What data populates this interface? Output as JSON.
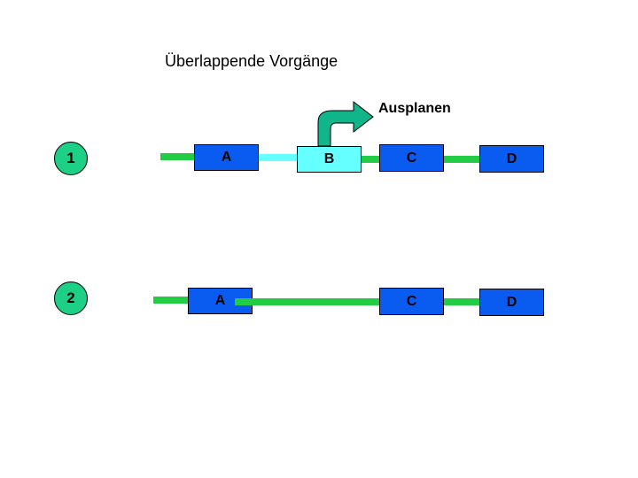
{
  "title": "Überlappende Vorgänge",
  "annotation": "Ausplanen",
  "rows": [
    {
      "number": "1",
      "tasks": {
        "a": "A",
        "b": "B",
        "c": "C",
        "d": "D"
      }
    },
    {
      "number": "2",
      "tasks": {
        "a": "A",
        "c": "C",
        "d": "D"
      }
    }
  ],
  "colors": {
    "task_box": "#0a5cf0",
    "removed_task_box": "#66ffff",
    "link_bar": "#22cc44",
    "removed_link_bar": "#66ffff",
    "row_marker": "#1ecf86",
    "arrow": "#11b58a"
  },
  "icons": {
    "annotation_arrow": "curved-arrow-right-icon"
  }
}
